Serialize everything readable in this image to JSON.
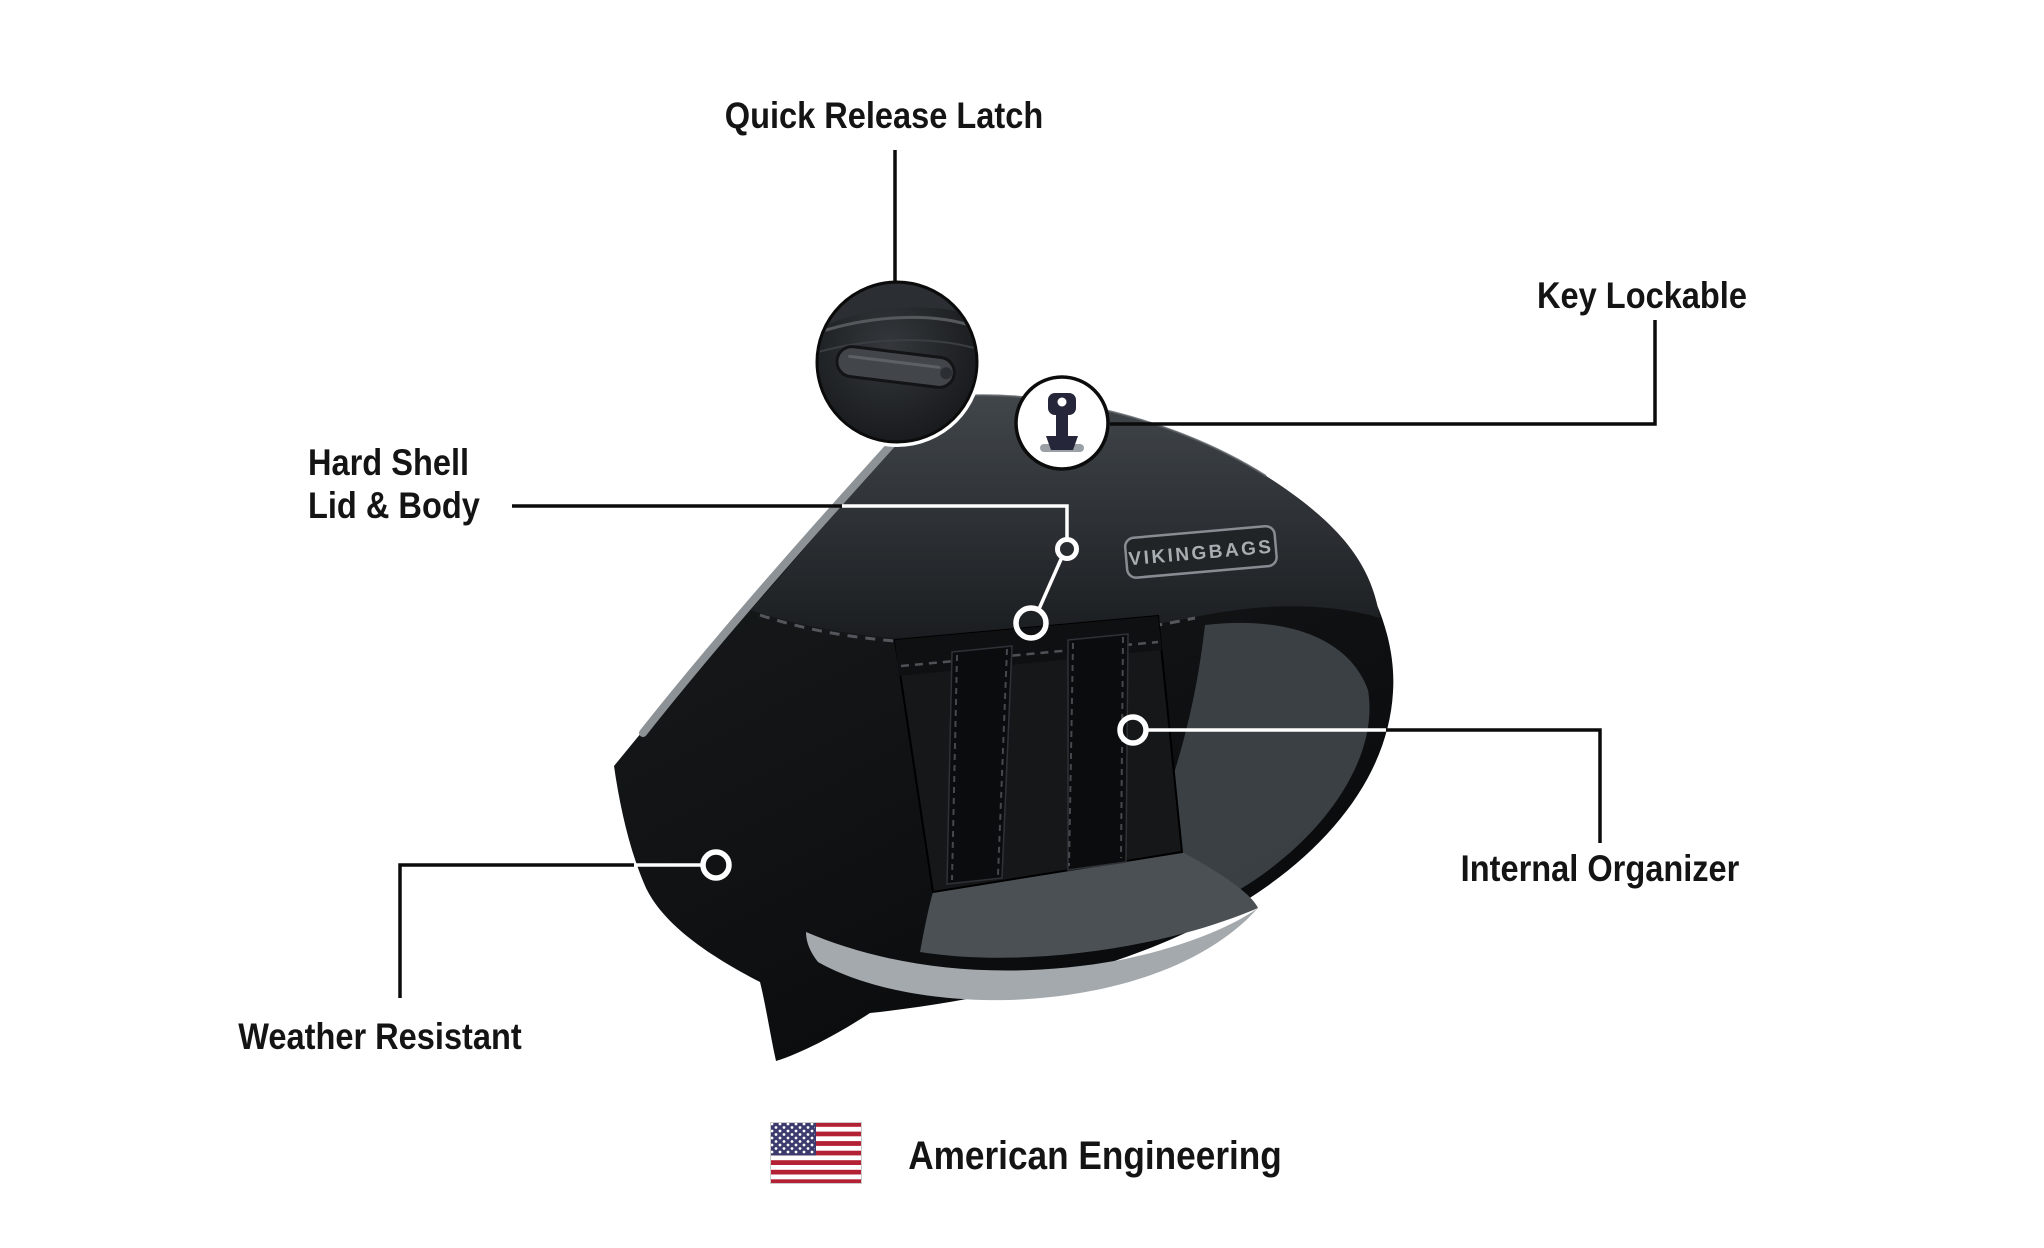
{
  "page": {
    "type": "product-feature-diagram",
    "background": "#ffffff",
    "product": "hard motorcycle saddlebag"
  },
  "labels": {
    "quick_release_latch": "Quick Release Latch",
    "key_lockable": "Key Lockable",
    "hard_shell_line1": "Hard Shell",
    "hard_shell_line2": "Lid & Body",
    "internal_organizer": "Internal Organizer",
    "weather_resistant": "Weather Resistant",
    "american_engineering": "American Engineering"
  },
  "badge_text": "VIKINGBAGS",
  "icons": {
    "flag": "us-flag-icon",
    "key": "key-icon",
    "latch": "quick-release-latch-icon",
    "callout_dot": "callout-dot"
  },
  "colors": {
    "text": "#141414",
    "callout_line": "#0b0b0b",
    "callout_line_on_dark": "#ffffff",
    "bag_black": "#0e1011",
    "lid_gray_light": "#41464b",
    "lid_gray_dark": "#1a1d20",
    "piping_gray": "#8d9296",
    "side_gray": "#3f4449",
    "swoosh_light_gray": "#a4a9ad",
    "swoosh_mid_gray": "#4b5054",
    "panel_black": "#161719",
    "strap_black": "#0b0c0d",
    "badge_plate": "#202427",
    "badge_border": "#878d92",
    "badge_text_color": "#a8adb2",
    "key_dark": "#26263a",
    "flag_red": "#b22234",
    "flag_blue": "#3c3b6e",
    "flag_white": "#ffffff"
  }
}
